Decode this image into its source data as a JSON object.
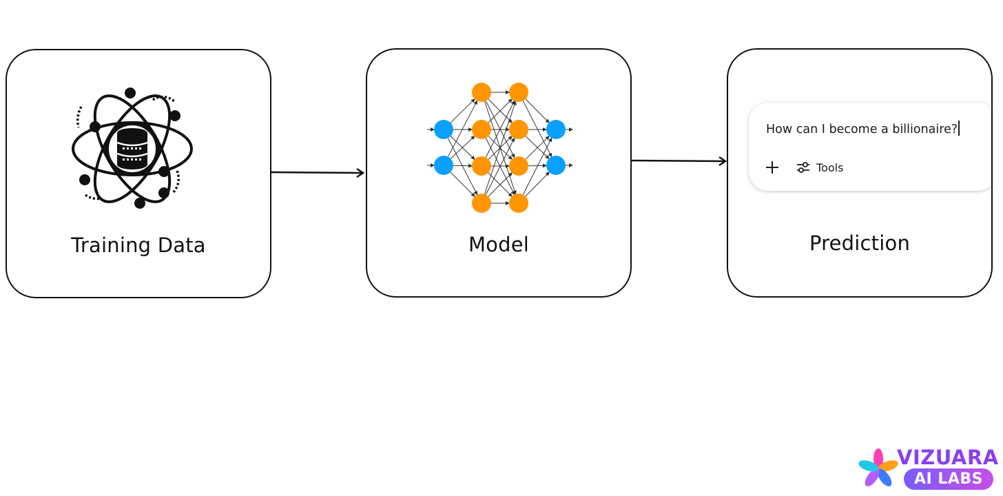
{
  "steps": [
    {
      "label": "Training Data",
      "icon": "atom-database-icon"
    },
    {
      "label": "Model",
      "icon": "neural-network-icon"
    },
    {
      "label": "Prediction",
      "icon": "chat-prompt-box"
    }
  ],
  "prompt": {
    "text": "How can I become a billionaire?",
    "tools_label": "Tools"
  },
  "network": {
    "layers": [
      2,
      4,
      4,
      2
    ],
    "input_color": "#0aa0ff",
    "hidden_color": "#ff9500"
  },
  "logo": {
    "line1": "VIZUARA",
    "line2": "AI LABS"
  }
}
